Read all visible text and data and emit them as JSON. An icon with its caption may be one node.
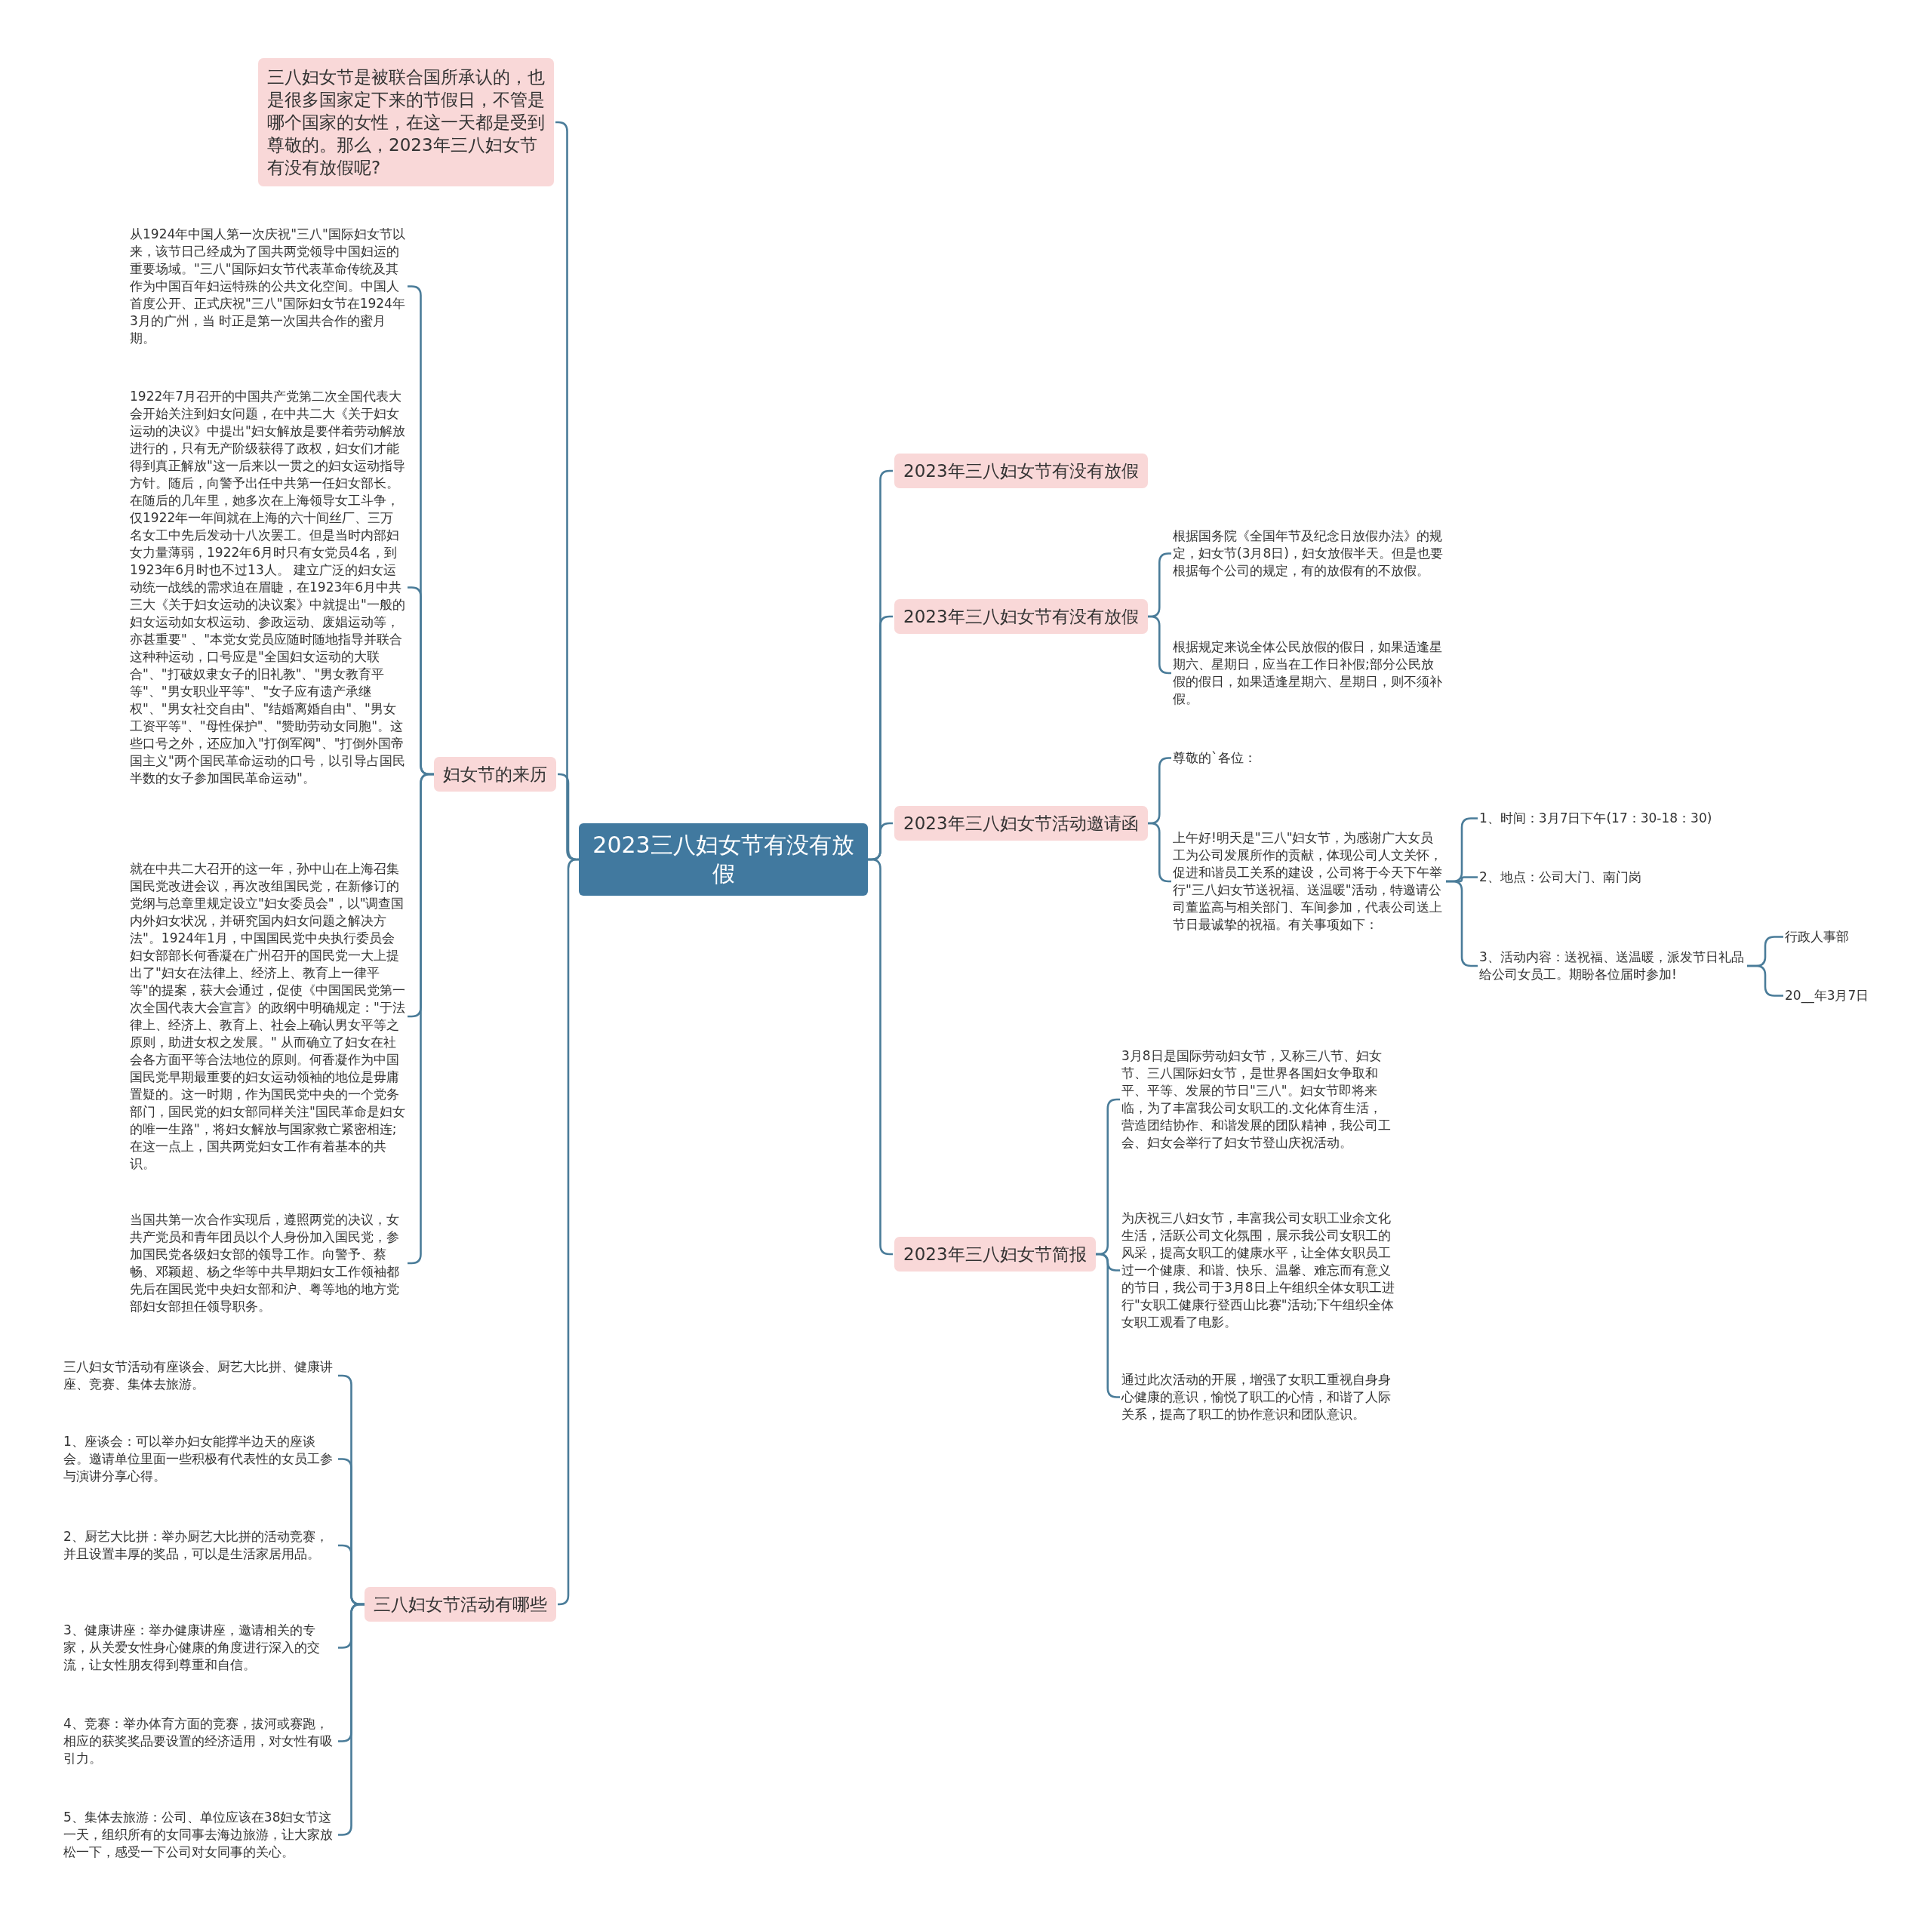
{
  "diagram": {
    "nodes": [
      {
        "text": [
          "2023三八妇女节有没有放假"
        ]
      },
      {
        "text": [
          "三八妇女节是被联合国所承认的，也是很多国家定下来的节假日，不管是哪个国家的女性，在这一天都是受到尊敬的。那么，2023年三八妇女节有没有放假呢?"
        ]
      },
      {
        "text": [
          "妇女节的来历"
        ]
      },
      {
        "text": [
          "从1924年中国人第一次庆祝\"三八\"国际妇女节以来，该节日己经成为了国共两党领导中国妇运的重要场域。\"三八\"国际妇女节代表革命传统及其作为中国百年妇运特殊的公共文化空间。中国人首度公开、正式庆祝\"三八\"国际妇女节在1924年3月的广州，当 时正是第一次国共合作的蜜月期。"
        ]
      },
      {
        "text": [
          "1922年7月召开的中国共产党第二次全国代表大会开始关注到妇女问题，在中共二大《关于妇女运动的决议》中提出\"妇女解放是要伴着劳动解放进行的，只有无产阶级获得了政权，妇女们才能得到真正解放\"这一后来以一贯之的妇女运动指导方针。随后，向警予出任中共第一任妇女部长。在随后的几年里，她多次在上海领导女工斗争，仅1922年一年间就在上海的六十间丝厂、三万名女工中先后发动十八次罢工。但是当时内部妇女力量薄弱，1922年6月时只有女党员4名，到1923年6月时也不过13人。 建立广泛的妇女运动统一战线的需求迫在眉睫，在1923年6月中共三大《关于妇女运动的决议案》中就提出\"一般的妇女运动如女权运动、参政运动、废娼运动等，亦甚重要\" 、\"本党女党员应随时随地指导并联合这种种运动，口号应是\"全国妇女运动的大联合\"、\"打破奴隶女子的旧礼教\"、\"男女教育平等\"、\"男女职业平等\"、\"女子应有遗产承继权\"、\"男女社交自由\"、\"结婚离婚自由\"、\"男女工资平等\"、\"母性保护\"、\"赞助劳动女同胞\"。这些口号之外，还应加入\"打倒军阀\"、\"打倒外国帝国主义\"两个国民革命运动的口号，以引导占国民半数的女子参加国民革命运动\"。"
        ]
      },
      {
        "text": [
          "就在中共二大召开的这一年，孙中山在上海召集国民党改进会议，再次改组国民党，在新修订的党纲与总章里规定设立\"妇女委员会\"，以\"调查国内外妇女状况，并研究国内妇女问题之解决方法\"。1924年1月，中国国民党中央执行委员会妇女部部长何香凝在广州召开的国民党一大上提出了\"妇女在法律上、经济上、教育上一律平等\"的提案，获大会通过，促使《中国国民党第一次全国代表大会宣言》的政纲中明确规定：\"于法律上、经济上、教育上、社会上确认男女平等之原则，助进女权之发展。\" 从而确立了妇女在社会各方面平等合法地位的原则。何香凝作为中国国民党早期最重要的妇女运动领袖的地位是毋庸置疑的。这一时期，作为国民党中央的一个党务部门，国民党的妇女部同样关注\"国民革命是妇女的唯一生路\"，将妇女解放与国家救亡紧密相连;在这一点上，国共两党妇女工作有着基本的共识。"
        ]
      },
      {
        "text": [
          "当国共第一次合作实现后，遵照两党的决议，女共产党员和青年团员以个人身份加入国民党，参加国民党各级妇女部的领导工作。向警予、蔡畅、邓颖超、杨之华等中共早期妇女工作领袖都先后在国民党中央妇女部和沪、粤等地的地方党部妇女部担任领导职务。"
        ]
      },
      {
        "text": [
          "三八妇女节活动有哪些"
        ]
      },
      {
        "text": [
          "三八妇女节活动有座谈会、厨艺大比拼、健康讲座、竞赛、集体去旅游。"
        ]
      },
      {
        "text": [
          "1、座谈会：可以举办妇女能撑半边天的座谈会。邀请单位里面一些积极有代表性的女员工参与演讲分享心得。"
        ]
      },
      {
        "text": [
          "2、厨艺大比拼：举办厨艺大比拼的活动竞赛，并且设置丰厚的奖品，可以是生活家居用品。"
        ]
      },
      {
        "text": [
          "3、健康讲座：举办健康讲座，邀请相关的专家，从关爱女性身心健康的角度进行深入的交流，让女性朋友得到尊重和自信。"
        ]
      },
      {
        "text": [
          "4、竞赛：举办体育方面的竞赛，拔河或赛跑，相应的获奖奖品要设置的经济适用，对女性有吸引力。"
        ]
      },
      {
        "text": [
          "5、集体去旅游：公司、单位应该在38妇女节这一天，组织所有的女同事去海边旅游，让大家放松一下，感受一下公司对女同事的关心。"
        ]
      },
      {
        "text": [
          "2023年三八妇女节有没有放假"
        ]
      },
      {
        "text": [
          "2023年三八妇女节有没有放假"
        ]
      },
      {
        "text": [
          "根据国务院《全国年节及纪念日放假办法》的规定，妇女节(3月8日)，妇女放假半天。但是也要根据每个公司的规定，有的放假有的不放假。"
        ]
      },
      {
        "text": [
          "根据规定来说全体公民放假的假日，如果适逢星期六、星期日，应当在工作日补假;部分公民放假的假日，如果适逢星期六、星期日，则不须补假。"
        ]
      },
      {
        "text": [
          "2023年三八妇女节活动邀请函"
        ]
      },
      {
        "text": [
          "尊敬的`各位："
        ]
      },
      {
        "text": [
          "上午好!明天是\"三八\"妇女节，为感谢广大女员工为公司发展所作的贡献，体现公司人文关怀，促进和谐员工关系的建设，公司将于今天下午举行\"三八妇女节送祝福、送温暖\"活动，特邀请公司董监高与相关部门、车间参加，代表公司送上节日最诚挚的祝福。有关事项如下："
        ]
      },
      {
        "text": [
          "1、时间：3月7日下午(17：30-18：30)"
        ]
      },
      {
        "text": [
          "2、地点：公司大门、南门岗"
        ]
      },
      {
        "text": [
          "3、活动内容：送祝福、送温暖，派发节日礼品给公司女员工。期盼各位届时参加!"
        ]
      },
      {
        "text": [
          "行政人事部"
        ]
      },
      {
        "text": [
          "20__年3月7日"
        ]
      },
      {
        "text": [
          "2023年三八妇女节简报"
        ]
      },
      {
        "text": [
          "3月8日是国际劳动妇女节，又称三八节、妇女节、三八国际妇女节，是世界各国妇女争取和平、平等、发展的节日\"三八\"。妇女节即将来临，为了丰富我公司女职工的.文化体育生活，营造团结协作、和谐发展的团队精神，我公司工会、妇女会举行了妇女节登山庆祝活动。"
        ]
      },
      {
        "text": [
          "为庆祝三八妇女节，丰富我公司女职工业余文化生活，活跃公司文化氛围，展示我公司女职工的风采，提高女职工的健康水平，让全体女职员工过一个健康、和谐、快乐、温馨、难忘而有意义的节日，我公司于3月8日上午组织全体女职工进行\"女职工健康行登西山比赛\"活动;下午组织全体女职工观看了电影。"
        ]
      },
      {
        "text": [
          "通过此次活动的开展，增强了女职工重视自身身心健康的意识，愉悦了职工的心情，和谐了人际关系，提高了职工的协作意识和团队意识。"
        ]
      }
    ],
    "edges": [
      {
        "from": 0,
        "to": 1,
        "arrow": "none"
      },
      {
        "from": 0,
        "to": 2,
        "arrow": "none"
      },
      {
        "from": 2,
        "to": 3,
        "arrow": "none"
      },
      {
        "from": 2,
        "to": 4,
        "arrow": "none"
      },
      {
        "from": 2,
        "to": 5,
        "arrow": "none"
      },
      {
        "from": 2,
        "to": 6,
        "arrow": "none"
      },
      {
        "from": 0,
        "to": 7,
        "arrow": "none"
      },
      {
        "from": 7,
        "to": 8,
        "arrow": "none"
      },
      {
        "from": 7,
        "to": 9,
        "arrow": "none"
      },
      {
        "from": 7,
        "to": 10,
        "arrow": "none"
      },
      {
        "from": 7,
        "to": 11,
        "arrow": "none"
      },
      {
        "from": 7,
        "to": 12,
        "arrow": "none"
      },
      {
        "from": 7,
        "to": 13,
        "arrow": "none"
      },
      {
        "from": 0,
        "to": 14,
        "arrow": "none"
      },
      {
        "from": 0,
        "to": 15,
        "arrow": "none"
      },
      {
        "from": 15,
        "to": 16,
        "arrow": "none"
      },
      {
        "from": 15,
        "to": 17,
        "arrow": "none"
      },
      {
        "from": 0,
        "to": 18,
        "arrow": "none"
      },
      {
        "from": 18,
        "to": 19,
        "arrow": "none"
      },
      {
        "from": 18,
        "to": 20,
        "arrow": "none"
      },
      {
        "from": 20,
        "to": 21,
        "arrow": "none"
      },
      {
        "from": 20,
        "to": 22,
        "arrow": "none"
      },
      {
        "from": 20,
        "to": 23,
        "arrow": "none"
      },
      {
        "from": 23,
        "to": 24,
        "arrow": "none"
      },
      {
        "from": 23,
        "to": 25,
        "arrow": "none"
      },
      {
        "from": 0,
        "to": 26,
        "arrow": "none"
      },
      {
        "from": 26,
        "to": 27,
        "arrow": "none"
      },
      {
        "from": 26,
        "to": 28,
        "arrow": "none"
      },
      {
        "from": 26,
        "to": 29,
        "arrow": "none"
      }
    ]
  }
}
